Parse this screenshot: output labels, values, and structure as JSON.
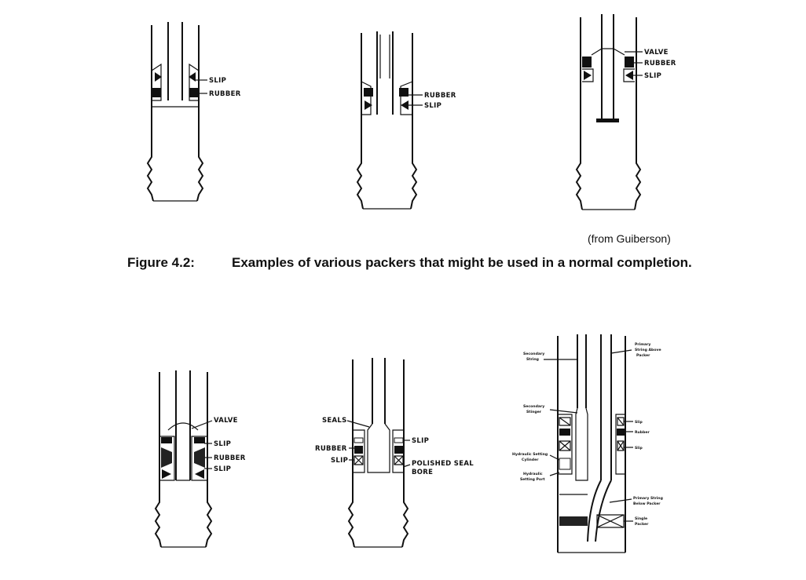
{
  "source_note": "(from Guiberson)",
  "figure": {
    "number": "Figure 4.2:",
    "caption": "Examples of various packers that might be used in a normal completion."
  },
  "packers": {
    "p1": {
      "slip": "SLIP",
      "rubber": "RUBBER"
    },
    "p2": {
      "rubber": "RUBBER",
      "slip": "SLIP"
    },
    "p3": {
      "valve": "VALVE",
      "rubber": "RUBBER",
      "slip": "SLIP"
    },
    "p4": {
      "valve": "VALVE",
      "slip_top": "SLIP",
      "rubber": "RUBBER",
      "slip_bottom": "SLIP"
    },
    "p5": {
      "seals": "SEALS",
      "rubber": "RUBBER",
      "slip_left": "SLIP",
      "slip_right": "SLIP",
      "polished_1": "POLISHED SEAL",
      "polished_2": "BORE"
    },
    "p6": {
      "secondary_string": [
        "Secondary",
        "String"
      ],
      "primary_above": [
        "Primary",
        "String Above",
        "Packer"
      ],
      "secondary_stinger": [
        "Secondary",
        "Stinger"
      ],
      "hyd_cylinder": [
        "Hydraulic Setting",
        "Cylinder"
      ],
      "hyd_port": [
        "Hydraulic",
        "Setting Port"
      ],
      "slip_top": "Slip",
      "rubber": "Rubber",
      "slip_bottom": "Slip",
      "primary_below": [
        "Primary String",
        "Below Packer"
      ],
      "single_packer": [
        "Single",
        "Packer"
      ]
    }
  }
}
